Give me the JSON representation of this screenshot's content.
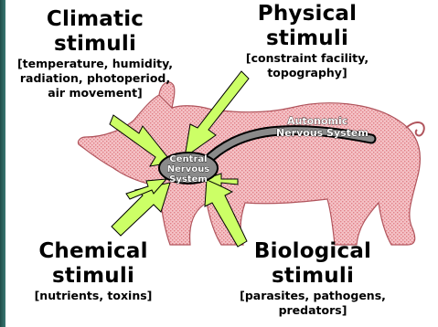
{
  "diagram": {
    "climatic": {
      "heading_1": "Climatic",
      "heading_2": "stimuli",
      "detail": [
        "[temperature, humidity,",
        "radiation, photoperiod,",
        "air movement]"
      ]
    },
    "physical": {
      "heading_1": "Physical",
      "heading_2": "stimuli",
      "detail": [
        "[constraint facility,",
        "topography]"
      ]
    },
    "chemical": {
      "heading_1": "Chemical",
      "heading_2": "stimuli",
      "detail": [
        "[nutrients, toxins]"
      ]
    },
    "biological": {
      "heading_1": "Biological",
      "heading_2": "stimuli",
      "detail": [
        "[parasites, pathogens,",
        "predators]"
      ]
    },
    "autonomic_ns": [
      "Autonomic",
      "Nervous System"
    ],
    "central_ns": [
      "Central",
      "Nervous",
      "System"
    ]
  },
  "colors": {
    "background": "#3a7873",
    "pig_fill": "#f4c2c6",
    "pig_dot": "#e07f86",
    "arrow_fill": "#ccff66",
    "nerve": "#8a8a8a"
  }
}
